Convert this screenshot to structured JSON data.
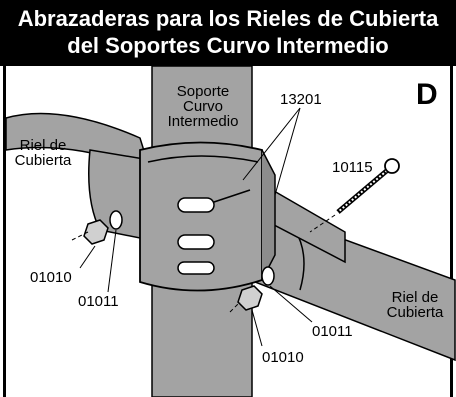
{
  "title": {
    "line1": "Abrazaderas para los Rieles de Cubierta",
    "line2": "del Soportes Curvo Intermedio"
  },
  "panel_letter": "D",
  "labels": {
    "support_line1": "Soporte",
    "support_line2": "Curvo",
    "support_line3": "Intermedio",
    "rail_left_line1": "Riel de",
    "rail_left_line2": "Cubierta",
    "rail_right_line1": "Riel de",
    "rail_right_line2": "Cubierta"
  },
  "parts": {
    "clamp": "13201",
    "bolt": "10115",
    "nut_left": "01010",
    "washer_left": "01011",
    "washer_right": "01011",
    "nut_right": "01010"
  },
  "colors": {
    "title_bg": "#000000",
    "title_text": "#ffffff",
    "tube_fill": "#a3a3a3",
    "outline": "#000000"
  }
}
